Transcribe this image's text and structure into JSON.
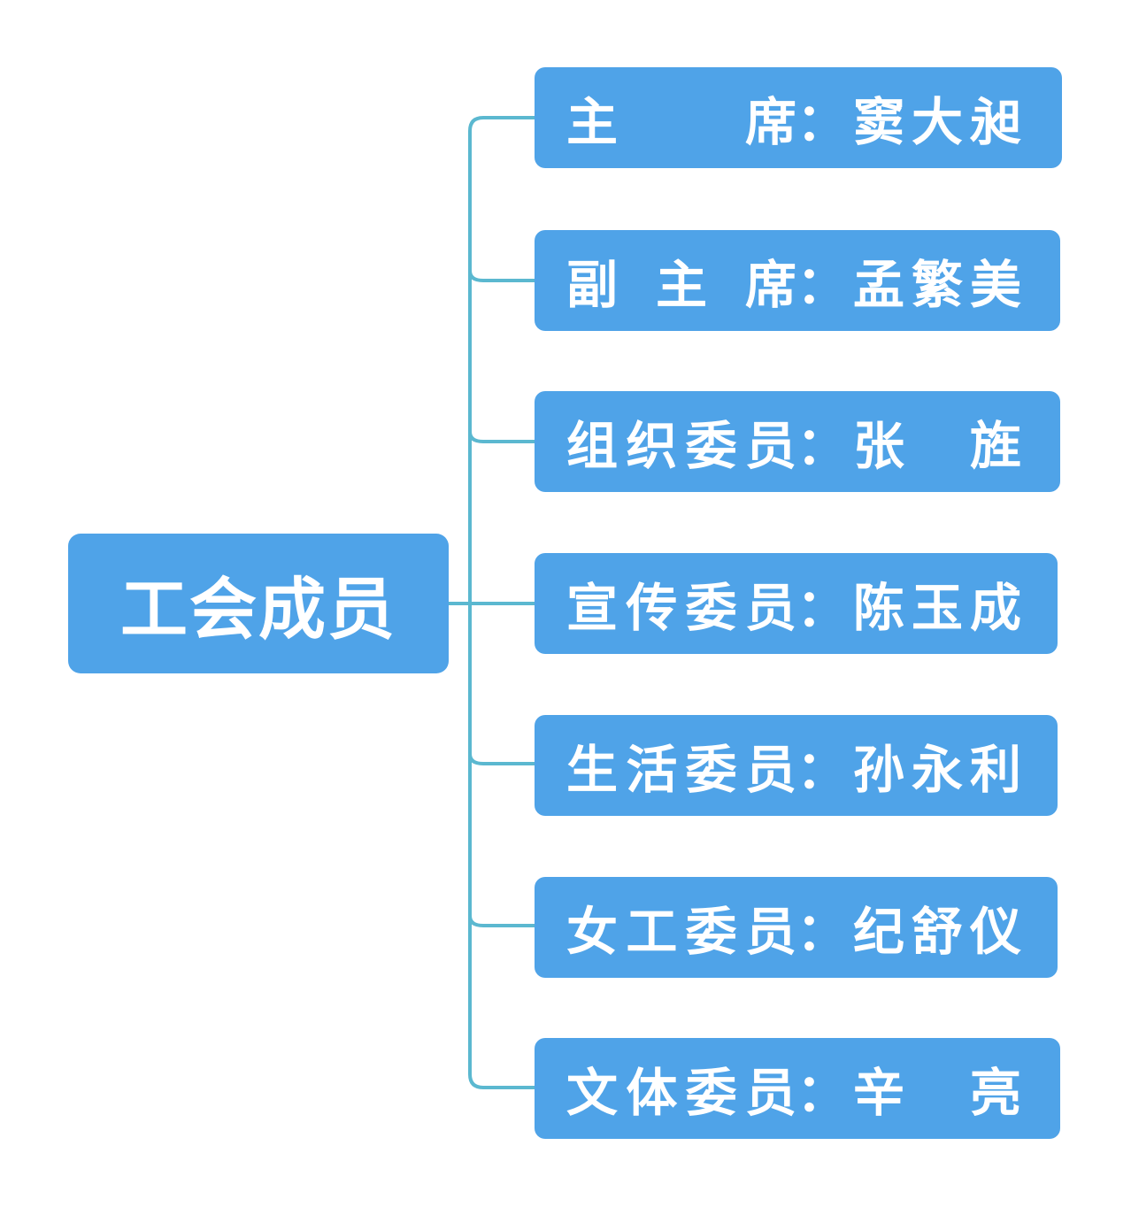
{
  "colors": {
    "box_fill": "#4fa3e8",
    "connector": "#5bb8d0",
    "text": "#ffffff"
  },
  "root": {
    "label": "工会成员"
  },
  "members": [
    {
      "role": "主席",
      "colon": "：",
      "name": "窦大昶"
    },
    {
      "role": "副主席",
      "colon": "：",
      "name": "孟繁美"
    },
    {
      "role": "组织委员",
      "colon": "：",
      "name": "张旌"
    },
    {
      "role": "宣传委员",
      "colon": "：",
      "name": "陈玉成"
    },
    {
      "role": "生活委员",
      "colon": "：",
      "name": "孙永利"
    },
    {
      "role": "女工委员",
      "colon": "：",
      "name": "纪舒仪"
    },
    {
      "role": "文体委员",
      "colon": "：",
      "name": "辛亮"
    }
  ]
}
